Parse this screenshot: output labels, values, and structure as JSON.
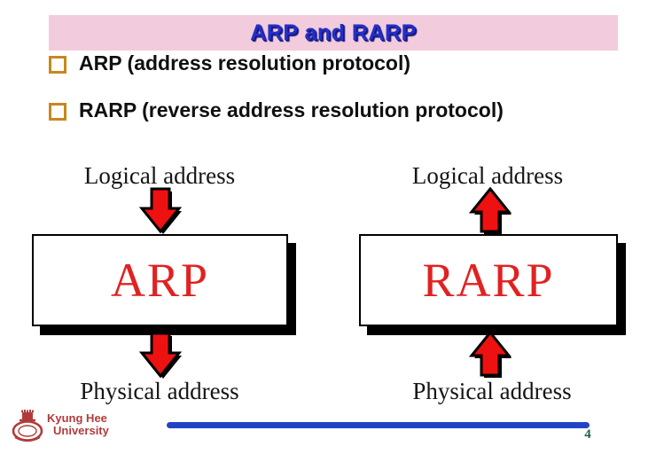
{
  "slide": {
    "title": "ARP and RARP",
    "bullets": [
      {
        "text": "ARP (address resolution protocol)"
      },
      {
        "text": "RARP (reverse address resolution protocol)"
      }
    ],
    "diagrams": [
      {
        "top_label": "Logical address",
        "top_arrow": "down",
        "box_label": "ARP",
        "bottom_arrow": "down",
        "bottom_label": "Physical address"
      },
      {
        "top_label": "Logical address",
        "top_arrow": "up",
        "box_label": "RARP",
        "bottom_arrow": "up",
        "bottom_label": "Physical address"
      }
    ],
    "footer": {
      "org_line1": "Kyung Hee",
      "org_line2": "University",
      "page_number": "4"
    },
    "icons": {
      "bullet": "hollow-gold-square",
      "down_arrow": "red-block-arrow-down",
      "up_arrow": "red-block-arrow-up",
      "logo": "kyung-hee-university-emblem"
    },
    "colors": {
      "header_bg": "#f2ccdd",
      "title_blue": "#2230c8",
      "bullet_gold": "#c8881e",
      "arrow_red": "#ee1111",
      "box_text_red": "#e02222",
      "line_blue": "#2244c4",
      "page_green": "#206050",
      "logo_red": "#b13b3b"
    }
  }
}
